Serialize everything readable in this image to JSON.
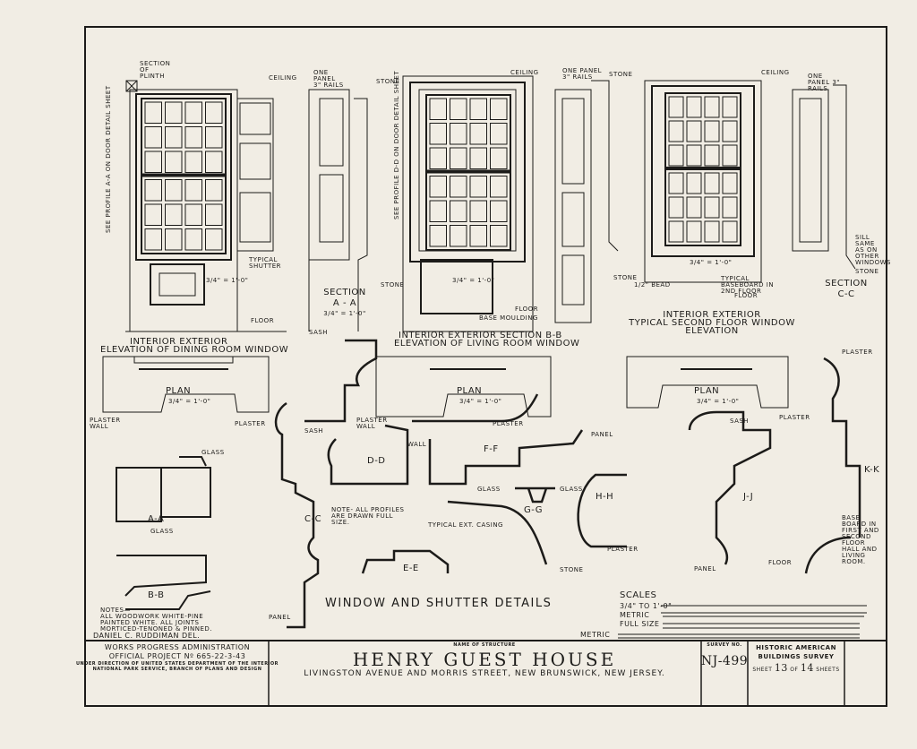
{
  "drawing": {
    "labels": {
      "section_plinth": "SECTION OF PLINTH",
      "see_profile_aa": "SEE PROFILE A-A ON DOOR DETAIL SHEET",
      "see_profile_dd": "SEE PROFILE D-D ON DOOR DETAIL SHEET",
      "ceiling": "CEILING",
      "one_panel": "ONE PANEL 3\" RAILS",
      "stone": "STONE",
      "typical_shutter": "TYPICAL SHUTTER",
      "scale_34": "3/4\" = 1'-0\"",
      "section_aa": "SECTION",
      "section_aa_letters": "A - A",
      "floor": "FLOOR",
      "base_moulding": "BASE MOULDING",
      "dining_title_1": "INTERIOR        EXTERIOR",
      "dining_title_2": "ELEVATION OF DINING ROOM WINDOW",
      "living_title_1": "INTERIOR        EXTERIOR       SECTION B-B",
      "living_title_2": "ELEVATION OF LIVING ROOM WINDOW",
      "second_title_1": "INTERIOR    EXTERIOR",
      "second_title_2": "TYPICAL SECOND FLOOR WINDOW",
      "second_title_3": "ELEVATION",
      "section_cc": "SECTION",
      "section_cc_letters": "C-C",
      "bead": "1/2\" BEAD",
      "typical_baseboard": "TYPICAL BASEBOARD IN 2ND FLOOR",
      "sill_note": "SILL SAME AS ON OTHER WINDOWS",
      "sash": "SASH",
      "plan": "PLAN",
      "plaster_wall": "PLASTER WALL",
      "plaster": "PLASTER",
      "wall": "WALL",
      "glass": "GLASS",
      "panel": "PANEL",
      "aa": "A-A",
      "bb": "B-B",
      "cc": "C-C",
      "dd": "D-D",
      "ee": "E-E",
      "ff": "F-F",
      "gg": "G-G",
      "hh": "H-H",
      "jj": "J-J",
      "kk": "K-K",
      "note_profiles": "NOTE- ALL PROFILES ARE DRAWN FULL SIZE.",
      "typical_ext_casing": "TYPICAL EXT. CASING",
      "baseboard_note": "BASE BOARD IN FIRST AND SECOND FLOOR HALL AND LIVING ROOM.",
      "sheet_title": "WINDOW AND SHUTTER DETAILS",
      "notes_1": "NOTES—",
      "notes_2": "ALL WOODWORK WHITE-PINE",
      "notes_3": "PAINTED WHITE. ALL JOINTS",
      "notes_4": "MORTICED-TENONED & PINNED.",
      "delineator": "DANIEL C. RUDDIMAN DEL."
    },
    "scales": {
      "heading": "SCALES",
      "items": [
        "3/4\" TO 1'-0\"",
        "METRIC",
        "FULL SIZE",
        "METRIC"
      ]
    }
  },
  "title_block": {
    "agency_1": "WORKS PROGRESS ADMINISTRATION",
    "agency_2": "OFFICIAL PROJECT Nº 665-22-3-43",
    "agency_3": "UNDER DIRECTION OF UNITED STATES DEPARTMENT OF THE INTERIOR",
    "agency_4": "NATIONAL PARK SERVICE, BRANCH OF PLANS AND DESIGN",
    "name_label": "NAME OF STRUCTURE",
    "structure_name": "HENRY GUEST HOUSE",
    "location": "LIVINGSTON AVENUE AND MORRIS STREET, NEW BRUNSWICK, NEW JERSEY.",
    "survey_label": "SURVEY NO.",
    "survey_no": "NJ-499",
    "habs_1": "HISTORIC AMERICAN",
    "habs_2": "BUILDINGS SURVEY",
    "sheet_word": "SHEET",
    "sheet_no": "13",
    "of_word": "OF",
    "sheet_total": "14",
    "sheets_word": "SHEETS"
  }
}
